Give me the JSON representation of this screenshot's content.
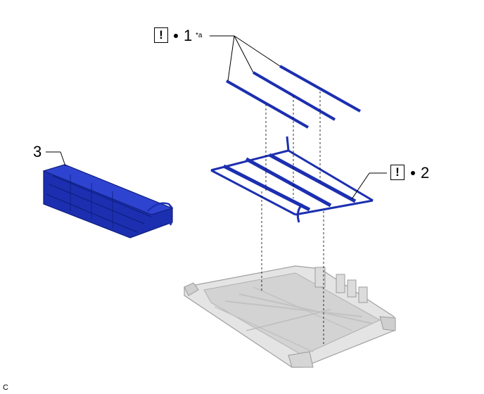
{
  "callouts": {
    "item1": {
      "warning_mark": "!",
      "number": "1",
      "note": "*a"
    },
    "item2": {
      "warning_mark": "!",
      "number": "2"
    },
    "item3": {
      "number": "3"
    }
  },
  "corner_label": "C",
  "colors": {
    "part_blue": "#1c2fb0",
    "part_blue_dark": "#0d1c7a",
    "tray_gray": "#d9d9d9",
    "tray_edge": "#a9a9a9",
    "leader": "#000000"
  }
}
